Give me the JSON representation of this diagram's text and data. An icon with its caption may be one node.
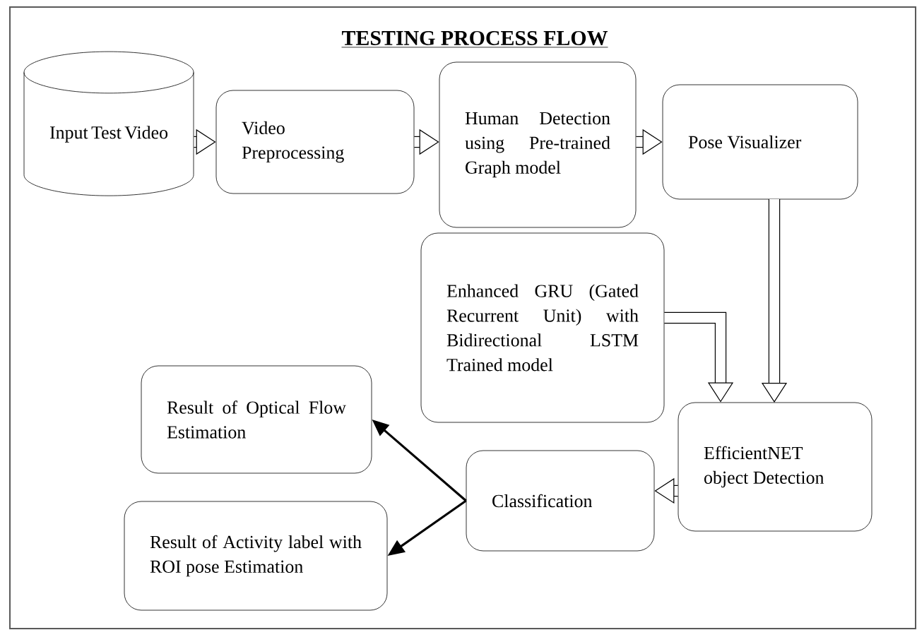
{
  "diagram": {
    "title": "TESTING PROCESS FLOW",
    "nodes": [
      {
        "text": [
          "Input Test Video"
        ]
      },
      {
        "text": [
          "Video Preprocessing"
        ]
      },
      {
        "text": [
          "Human Detection using Pre-trained Graph model"
        ]
      },
      {
        "text": [
          "Pose Visualizer"
        ]
      },
      {
        "text": [
          "Enhanced GRU (Gated Recurrent Unit) with Bidirectional LSTM Trained model"
        ]
      },
      {
        "text": [
          "EfficientNET object Detection"
        ]
      },
      {
        "text": [
          "Classification"
        ]
      },
      {
        "text": [
          "Result of Optical Flow Estimation"
        ]
      },
      {
        "text": [
          "Result of Activity label with ROI pose Estimation"
        ]
      }
    ],
    "edges": [
      {
        "from": 0,
        "to": 1,
        "arrow": "to"
      },
      {
        "from": 1,
        "to": 2,
        "arrow": "to"
      },
      {
        "from": 2,
        "to": 3,
        "arrow": "to"
      },
      {
        "from": 3,
        "to": 5,
        "arrow": "to"
      },
      {
        "from": 4,
        "to": 5,
        "arrow": "to"
      },
      {
        "from": 5,
        "to": 6,
        "arrow": "to"
      },
      {
        "from": 6,
        "to": 7,
        "arrow": "to"
      },
      {
        "from": 6,
        "to": 8,
        "arrow": "to"
      }
    ]
  }
}
